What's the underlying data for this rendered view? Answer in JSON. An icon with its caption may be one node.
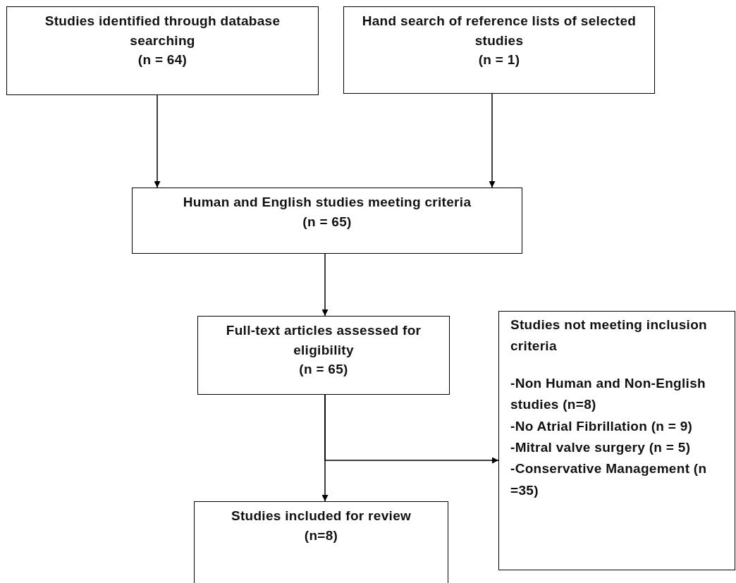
{
  "diagram": {
    "nodes": [
      {
        "text": [
          "Studies identified through database searching",
          "(n = 64)"
        ]
      },
      {
        "text": [
          "Hand search of reference lists of selected studies",
          "(n = 1)"
        ]
      },
      {
        "text": [
          "Human and English studies meeting criteria",
          "(n = 65)"
        ]
      },
      {
        "text": [
          "Full-text articles assessed for eligibility",
          "(n = 65)"
        ]
      },
      {
        "text": [
          "Studies not meeting inclusion criteria",
          "-Non Human and Non-English studies (n=8)",
          "-No Atrial Fibrillation (n = 9)",
          "-Mitral valve surgery (n = 5)",
          "-Conservative Management (n =35)"
        ]
      },
      {
        "text": [
          "Studies included for review",
          "(n=8)"
        ]
      }
    ],
    "edges": [
      {
        "from": 0,
        "to": 2,
        "arrow": "to"
      },
      {
        "from": 1,
        "to": 2,
        "arrow": "to"
      },
      {
        "from": 2,
        "to": 3,
        "arrow": "to"
      },
      {
        "from": 3,
        "to": 5,
        "arrow": "to"
      },
      {
        "from": 3,
        "to": 4,
        "arrow": "to"
      }
    ]
  }
}
